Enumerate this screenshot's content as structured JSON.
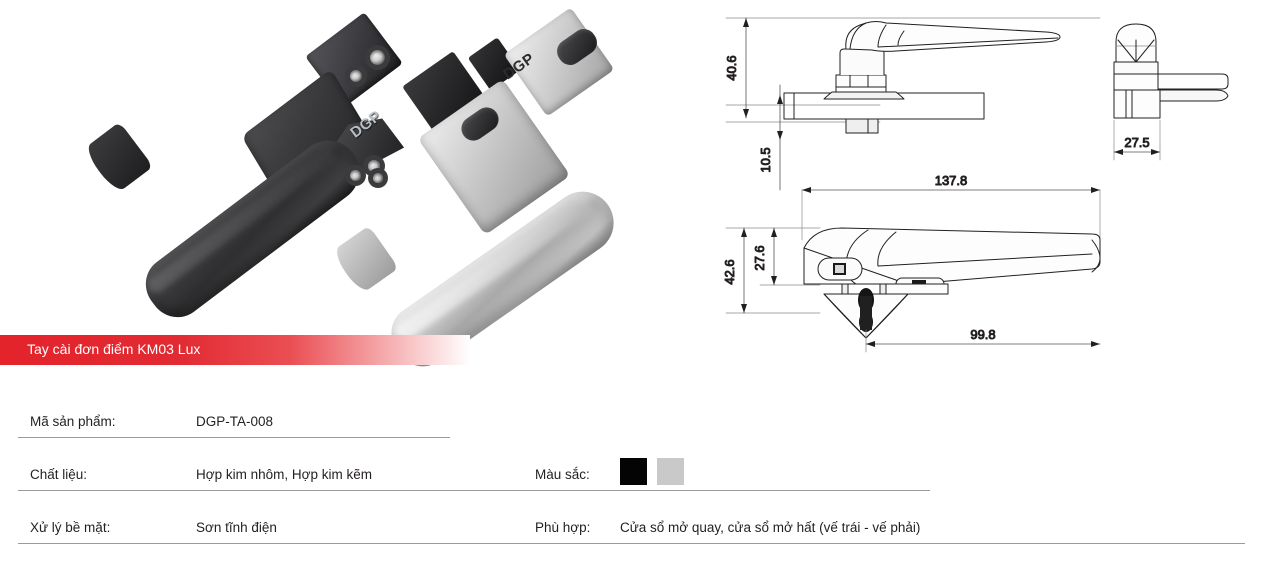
{
  "product": {
    "banner_title": "Tay cài đơn điểm KM03 Lux",
    "brand_mark": "DGP"
  },
  "specs": {
    "rows": [
      {
        "label": "Mã sản phẩm:",
        "value": "DGP-TA-008"
      },
      {
        "label": "Chất liệu:",
        "value": "Hợp kim nhôm, Hợp kim kẽm"
      },
      {
        "label": "Xử lý bề mặt:",
        "value": "Sơn tĩnh điện"
      }
    ],
    "color": {
      "label": "Màu sắc:",
      "swatches": [
        {
          "name": "black",
          "hex": "#040404"
        },
        {
          "name": "silver",
          "hex": "#c9c9c9"
        }
      ]
    },
    "fit": {
      "label": "Phù hợp:",
      "value": "Cửa sổ mở quay, cửa sổ mở hất (vế trái - vế phải)"
    }
  },
  "drawings": {
    "dimensions": {
      "side_height_total": "40.6",
      "side_height_lower": "10.5",
      "end_width": "27.5",
      "plan_length_total": "137.8",
      "plan_height_total": "42.6",
      "plan_height_body": "27.6",
      "plan_length_body": "99.8"
    }
  },
  "theme": {
    "banner_red": "#e4232b",
    "rule_gray": "#9b9b9b",
    "text_dark": "#231f20"
  }
}
